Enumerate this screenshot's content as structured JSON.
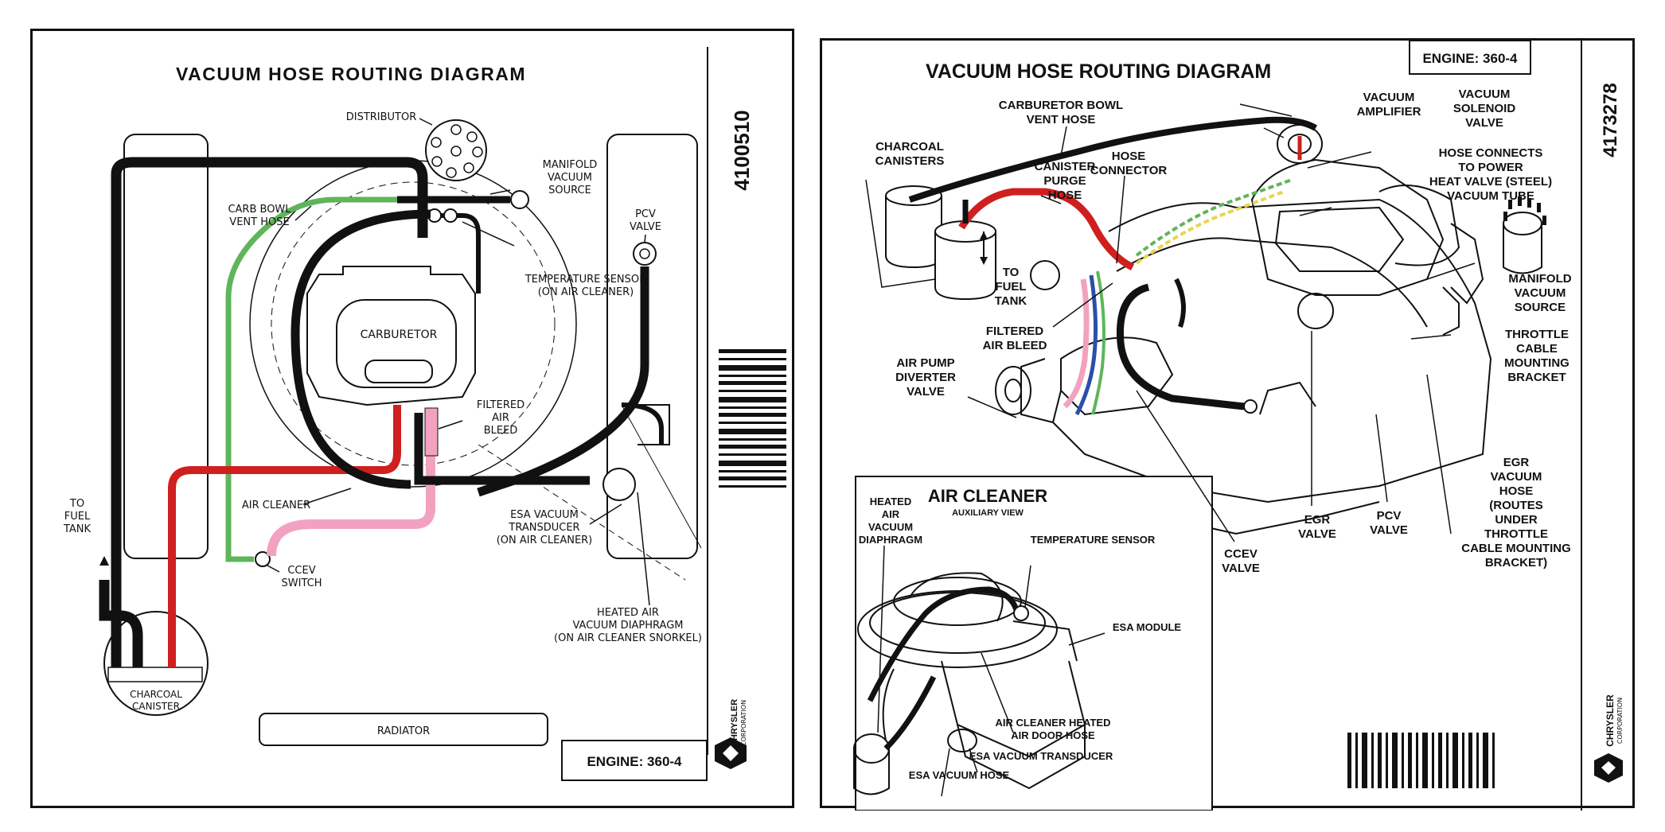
{
  "left": {
    "title": "VACUUM HOSE ROUTING DIAGRAM",
    "part_number": "4100510",
    "engine": "ENGINE: 360-4",
    "brand": "CHRYSLER",
    "brand_sub": "CORPORATION",
    "labels": {
      "distributor": "DISTRIBUTOR",
      "manifold_1": "MANIFOLD",
      "manifold_2": "VACUUM",
      "manifold_3": "SOURCE",
      "carb_bowl_1": "CARB BOWL",
      "carb_bowl_2": "VENT HOSE",
      "pcv_1": "PCV",
      "pcv_2": "VALVE",
      "temp_1": "TEMPERATURE SENSOR",
      "temp_2": "(ON AIR CLEANER)",
      "carburetor": "CARBURETOR",
      "filtered_1": "FILTERED",
      "filtered_2": "AIR",
      "filtered_3": "BLEED",
      "fuel_1": "TO",
      "fuel_2": "FUEL",
      "fuel_3": "TANK",
      "air_cleaner": "AIR CLEANER",
      "esa_1": "ESA VACUUM",
      "esa_2": "TRANSDUCER",
      "esa_3": "(ON AIR CLEANER)",
      "ccev_1": "CCEV",
      "ccev_2": "SWITCH",
      "heated_1": "HEATED AIR",
      "heated_2": "VACUUM DIAPHRAGM",
      "heated_3": "(ON AIR CLEANER SNORKEL)",
      "canister_1": "CHARCOAL",
      "canister_2": "CANISTER",
      "radiator": "RADIATOR"
    }
  },
  "right": {
    "title": "VACUUM HOSE ROUTING DIAGRAM",
    "part_number": "4173278",
    "engine": "ENGINE: 360-4",
    "brand": "CHRYSLER",
    "brand_sub": "CORPORATION",
    "labels": {
      "carb_bowl_1": "CARBURETOR BOWL",
      "carb_bowl_2": "VENT HOSE",
      "vac_amp_1": "VACUUM",
      "vac_amp_2": "AMPLIFIER",
      "vac_sol_1": "VACUUM",
      "vac_sol_2": "SOLENOID",
      "vac_sol_3": "VALVE",
      "charcoal_1": "CHARCOAL",
      "charcoal_2": "CANISTERS",
      "hose_conn_1": "HOSE",
      "hose_conn_2": "CONNECTOR",
      "purge_1": "CANISTER",
      "purge_2": "PURGE",
      "purge_3": "HOSE",
      "power_1": "HOSE CONNECTS",
      "power_2": "TO POWER",
      "power_3": "HEAT VALVE (STEEL)",
      "power_4": "VACUUM TUBE",
      "fuel_1": "TO",
      "fuel_2": "FUEL",
      "fuel_3": "TANK",
      "manifold_1": "MANIFOLD",
      "manifold_2": "VACUUM",
      "manifold_3": "SOURCE",
      "filtered_1": "FILTERED",
      "filtered_2": "AIR BLEED",
      "throttle_1": "THROTTLE",
      "throttle_2": "CABLE",
      "throttle_3": "MOUNTING",
      "throttle_4": "BRACKET",
      "air_pump_1": "AIR PUMP",
      "air_pump_2": "DIVERTER",
      "air_pump_3": "VALVE",
      "egr_hose_1": "EGR",
      "egr_hose_2": "VACUUM",
      "egr_hose_3": "HOSE",
      "egr_hose_4": "(ROUTES",
      "egr_hose_5": "UNDER",
      "egr_hose_6": "THROTTLE",
      "egr_hose_7": "CABLE MOUNTING",
      "egr_hose_8": "BRACKET)",
      "ccev_1": "CCEV",
      "ccev_2": "VALVE",
      "egr_1": "EGR",
      "egr_2": "VALVE",
      "pcv_1": "PCV",
      "pcv_2": "VALVE",
      "inset_title": "AIR CLEANER",
      "inset_sub": "AUXILIARY VIEW",
      "heated_1": "HEATED",
      "heated_2": "AIR",
      "heated_3": "VACUUM",
      "heated_4": "DIAPHRAGM",
      "temp_sensor": "TEMPERATURE SENSOR",
      "esa_module": "ESA MODULE",
      "aircl_door_1": "AIR CLEANER HEATED",
      "aircl_door_2": "AIR DOOR HOSE",
      "esa_trans": "ESA VACUUM TRANSDUCER",
      "esa_hose": "ESA VACUUM HOSE"
    }
  },
  "colors": {
    "black_hose": "#111111",
    "red_hose": "#d01f1f",
    "green_hose": "#5fb55a",
    "pink_hose": "#f2a2c0",
    "blue_hose": "#2b4fa8",
    "yellow_hose": "#e7d64a"
  }
}
